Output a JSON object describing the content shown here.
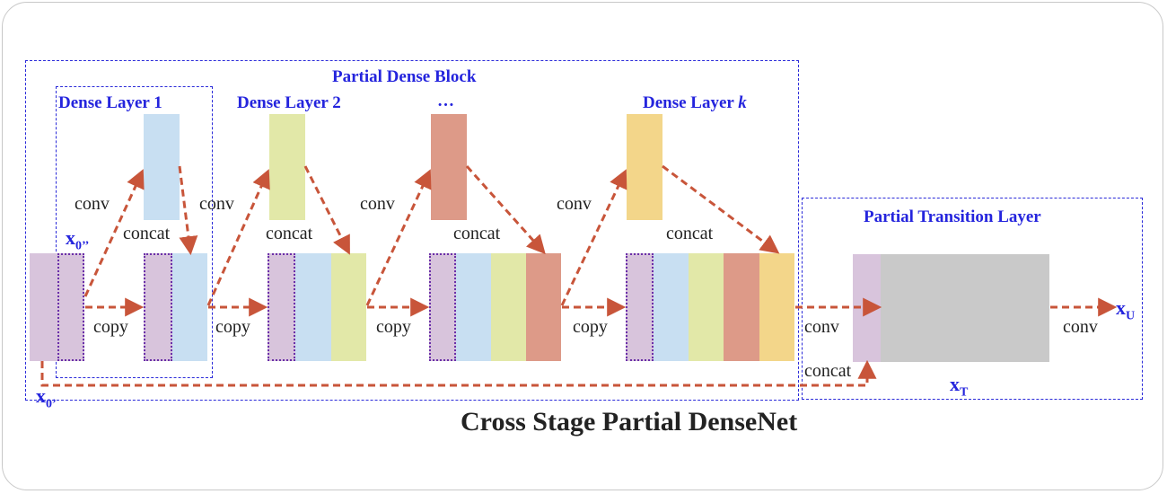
{
  "title": "Cross Stage Partial DenseNet",
  "regions": {
    "partial_dense_block": "Partial Dense Block",
    "partial_transition_layer": "Partial Transition Layer"
  },
  "layers": {
    "layer1": "Dense Layer 1",
    "layer2": "Dense Layer 2",
    "ellipsis": "…",
    "layerk_prefix": "Dense Layer ",
    "layerk_var": "k"
  },
  "ops": {
    "conv": "conv",
    "concat": "concat",
    "copy": "copy"
  },
  "vars": {
    "x": "x",
    "x0pp_sub": "0’’",
    "x0p_sub": "0’",
    "xT_sub": "T",
    "xU_sub": "U"
  },
  "colors": {
    "purple": "#d8c4dc",
    "blue": "#c8dff2",
    "green": "#e2e8a8",
    "red": "#dd9a88",
    "yellow": "#f3d68a",
    "gray": "#c9c9c9",
    "arrow": "#c8553a",
    "region_border": "#2a2ad9",
    "label_blue": "#2424dd"
  }
}
